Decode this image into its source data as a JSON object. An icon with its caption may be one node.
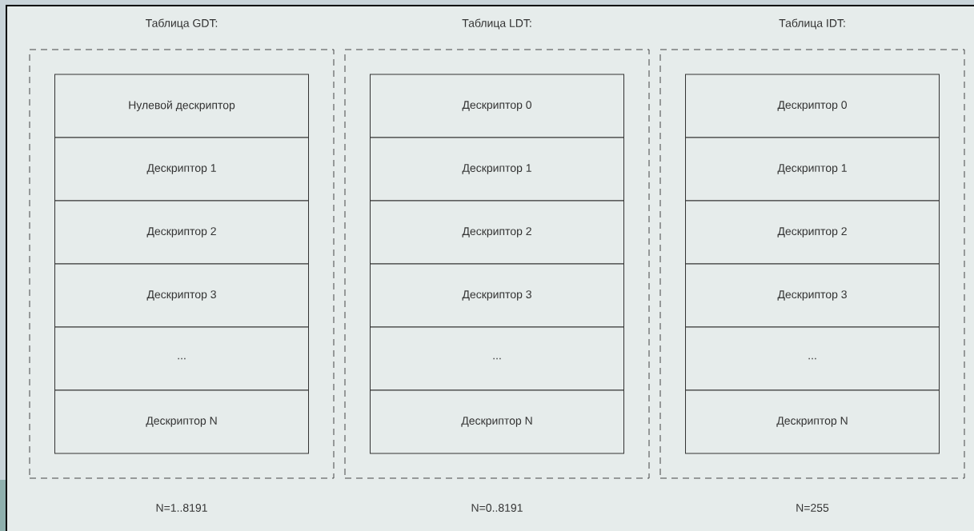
{
  "diagram": {
    "nodes": [
      {
        "text": [
          "Таблица GDT:"
        ],
        "beside": [
          "N=1..8191"
        ]
      },
      {
        "text": [
          "Нулевой дескриптор"
        ],
        "in": 0
      },
      {
        "text": [
          "Дескриптор 1"
        ],
        "in": 0
      },
      {
        "text": [
          "Дескриптор 2"
        ],
        "in": 0
      },
      {
        "text": [
          "Дескриптор 3"
        ],
        "in": 0
      },
      {
        "text": [
          "..."
        ],
        "in": 0
      },
      {
        "text": [
          "Дескриптор N"
        ],
        "in": 0
      },
      {
        "text": [
          "Таблица LDT:"
        ],
        "beside": [
          "N=0..8191"
        ]
      },
      {
        "text": [
          "Дескриптор 0"
        ],
        "in": 7
      },
      {
        "text": [
          "Дескриптор 1"
        ],
        "in": 7
      },
      {
        "text": [
          "Дескриптор 2"
        ],
        "in": 7
      },
      {
        "text": [
          "Дескриптор 3"
        ],
        "in": 7
      },
      {
        "text": [
          "..."
        ],
        "in": 7
      },
      {
        "text": [
          "Дескриптор N"
        ],
        "in": 7
      },
      {
        "text": [
          "Таблица IDT:"
        ],
        "beside": [
          "N=255"
        ]
      },
      {
        "text": [
          "Дескриптор 0"
        ],
        "in": 14
      },
      {
        "text": [
          "Дескриптор 1"
        ],
        "in": 14
      },
      {
        "text": [
          "Дескриптор 2"
        ],
        "in": 14
      },
      {
        "text": [
          "Дескриптор 3"
        ],
        "in": 14
      },
      {
        "text": [
          "..."
        ],
        "in": 14
      },
      {
        "text": [
          "Дескриптор N"
        ],
        "in": 14
      }
    ]
  }
}
